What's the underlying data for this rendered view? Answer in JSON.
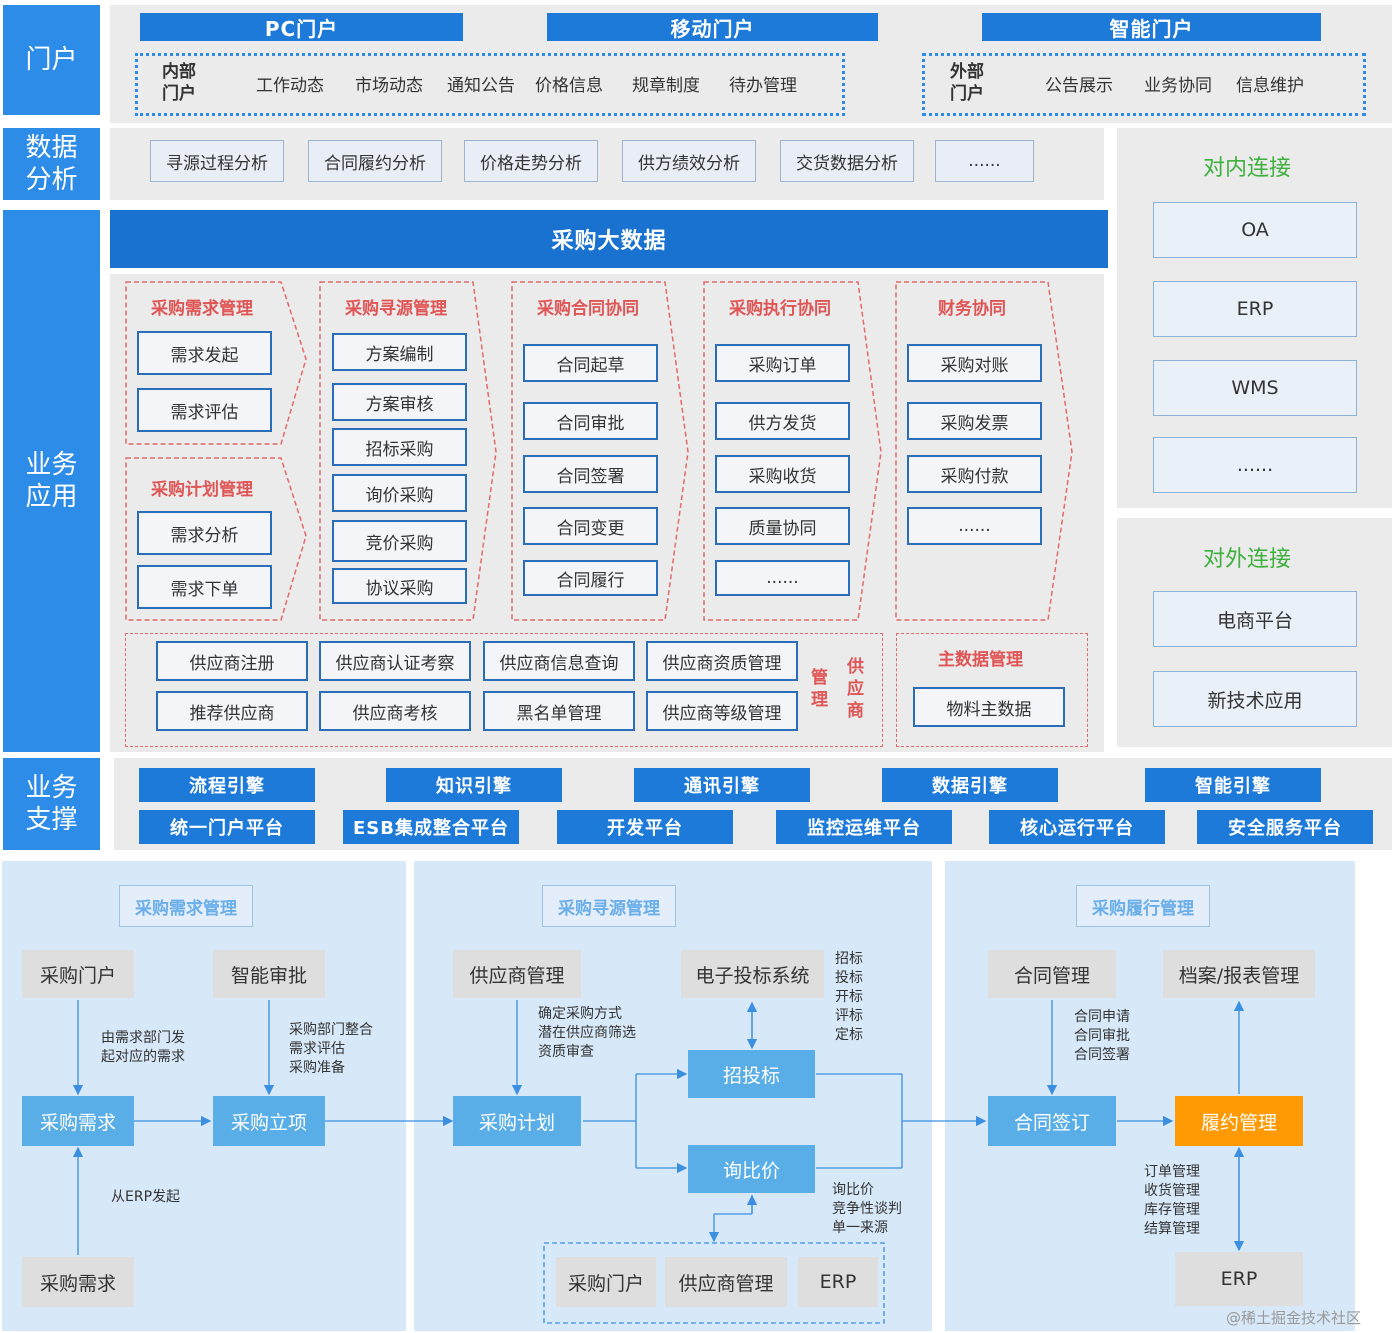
{
  "side": {
    "portal": "门户",
    "analysis": "数据\n分析",
    "biz_app": "业务\n应用",
    "biz_support": "业务\n支撑"
  },
  "portal": {
    "bars": [
      "PC门户",
      "移动门户",
      "智能门户"
    ],
    "internal_label": "内部\n门户",
    "internal_items": [
      "工作动态",
      "市场动态",
      "通知公告",
      "价格信息",
      "规章制度",
      "待办管理"
    ],
    "external_label": "外部\n门户",
    "external_items": [
      "公告展示",
      "业务协同",
      "信息维护"
    ]
  },
  "analysis": {
    "items": [
      "寻源过程分析",
      "合同履约分析",
      "价格走势分析",
      "供方绩效分析",
      "交货数据分析",
      "......"
    ]
  },
  "bigdata": "采购大数据",
  "groups": [
    {
      "title": "采购需求管理",
      "items": [
        "需求发起",
        "需求评估"
      ]
    },
    {
      "title": "采购计划管理",
      "items": [
        "需求分析",
        "需求下单"
      ]
    },
    {
      "title": "采购寻源管理",
      "items": [
        "方案编制",
        "方案审核",
        "招标采购",
        "询价采购",
        "竞价采购",
        "协议采购"
      ]
    },
    {
      "title": "采购合同协同",
      "items": [
        "合同起草",
        "合同审批",
        "合同签署",
        "合同变更",
        "合同履行"
      ]
    },
    {
      "title": "采购执行协同",
      "items": [
        "采购订单",
        "供方发货",
        "采购收货",
        "质量协同",
        "......"
      ]
    },
    {
      "title": "财务协同",
      "items": [
        "采购对账",
        "采购发票",
        "采购付款",
        "......"
      ]
    }
  ],
  "supplier": {
    "items": [
      "供应商注册",
      "供应商认证考察",
      "供应商信息查询",
      "供应商资质管理",
      "推荐供应商",
      "供应商考核",
      "黑名单管理",
      "供应商等级管理"
    ],
    "label_a": "供\n应\n商",
    "label_b": "管\n理"
  },
  "master": {
    "title": "主数据管理",
    "item": "物料主数据"
  },
  "internal_conn": {
    "title": "对内连接",
    "items": [
      "OA",
      "ERP",
      "WMS",
      "......"
    ]
  },
  "external_conn": {
    "title": "对外连接",
    "items": [
      "电商平台",
      "新技术应用"
    ]
  },
  "support": {
    "row1": [
      "流程引擎",
      "知识引擎",
      "通讯引擎",
      "数据引擎",
      "智能引擎"
    ],
    "row2": [
      "统一门户平台",
      "ESB集成整合平台",
      "开发平台",
      "监控运维平台",
      "核心运行平台",
      "安全服务平台"
    ]
  },
  "flow": {
    "titles": [
      "采购需求管理",
      "采购寻源管理",
      "采购履行管理"
    ],
    "c1": {
      "portal": "采购门户",
      "approve": "智能审批",
      "need": "采购需求",
      "project": "采购立项",
      "need2": "采购需求",
      "note1": "由需求部门发\n起对应的需求",
      "note2": "采购部门整合\n需求评估\n采购准备",
      "note3": "从ERP发起"
    },
    "c2": {
      "supplier_mgmt": "供应商管理",
      "ebid": "电子投标系统",
      "plan": "采购计划",
      "bid": "招投标",
      "inquiry": "询比价",
      "portal": "采购门户",
      "supplier_mgmt2": "供应商管理",
      "erp": "ERP",
      "note1": "确定采购方式\n潜在供应商筛选\n资质审查",
      "note2": "招标\n投标\n开标\n评标\n定标",
      "note3": "询比价\n竞争性谈判\n单一来源"
    },
    "c3": {
      "contract": "合同管理",
      "archive": "档案/报表管理",
      "sign": "合同签订",
      "perform": "履约管理",
      "erp": "ERP",
      "note1": "合同申请\n合同审批\n合同签署",
      "note2": "订单管理\n收货管理\n库存管理\n结算管理"
    }
  },
  "watermark": "@稀土掘金技术社区",
  "colors": {
    "blue": "#2d8ce8",
    "dark_blue": "#1e7ad8",
    "red": "#e05555",
    "green": "#3db03d",
    "orange": "#ff9a05"
  }
}
